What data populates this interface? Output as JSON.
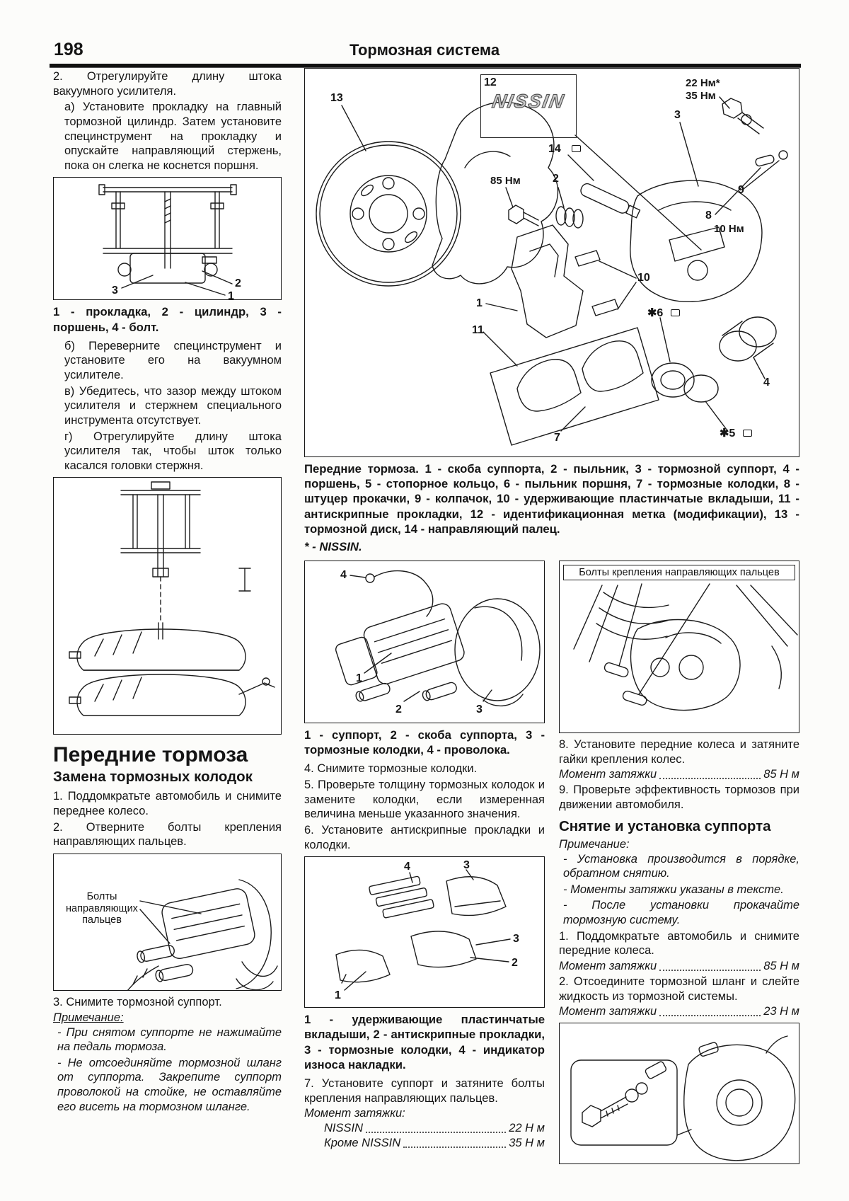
{
  "page": {
    "number": "198",
    "title": "Тормозная система"
  },
  "left": {
    "step2": "2. Отрегулируйте длину штока вакуумного усилителя.",
    "step2a": "а) Установите прокладку на главный тормозной цилиндр. Затем установите специнструмент на прокладку и опускайте направляющий стержень, пока он слегка не коснется поршня.",
    "fig_tool_caption": "1 - прокладка, 2 - цилиндр, 3 - поршень, 4 - болт.",
    "fig_tool_labels": {
      "l3": "3",
      "l2": "2",
      "l1": "1"
    },
    "step2b": "б) Переверните специнструмент и установите его на вакуумном усилителе.",
    "step2v": "в) Убедитесь, что зазор между штоком усилителя и стержнем специального инструмента отсутствует.",
    "step2g": "г) Отрегулируйте длину штока усилителя так, чтобы шток только касался головки стержня.",
    "heading": "Передние тормоза",
    "subheading": "Замена тормозных колодок",
    "step1f": "1. Поддомкратьте автомобиль и снимите переднее колесо.",
    "step2f": "2. Отверните болты крепления направляющих пальцев.",
    "fig_caliper_label": "Болты направляющих пальцев",
    "step3f": "3. Снимите тормозной суппорт.",
    "note_title": "Примечание:",
    "note1": "- При снятом суппорте не нажимайте на педаль тормоза.",
    "note2": "- Не отсоединяйте тормозной шланг от суппорта. Закрепите суппорт проволокой на стойке, не оставляйте его висеть на тормозном шланге."
  },
  "main_figure": {
    "caption": "Передние тормоза. 1 - скоба суппорта, 2 - пыльник, 3 - тормозной суппорт, 4 - поршень, 5 - стопорное кольцо, 6 - пыльник поршня, 7 - тормозные колодки, 8 - штуцер прокачки, 9 - колпачок, 10 - удерживающие пластинчатые вкладыши, 11 - антискрипные прокладки, 12 - идентификационная метка (модификации), 13 - тормозной диск, 14 - направляющий палец.",
    "footnote": "* - NISSIN.",
    "logo": "NISSIN",
    "labels": {
      "l13": "13",
      "l12": "12",
      "t22": "22 Нм*",
      "t35": "35 Нм",
      "l3": "3",
      "l14": "14",
      "t85": "85 Нм",
      "l2": "2",
      "l9": "9",
      "l8": "8",
      "t10": "10 Нм",
      "l10": "10",
      "l6": "✱6",
      "l1": "1",
      "l11": "11",
      "l5": "✱5",
      "l4": "4",
      "l7": "7"
    }
  },
  "middle": {
    "fig_caliper_caption": "1 - суппорт, 2 - скоба суппорта, 3 - тормозные колодки, 4 - проволока.",
    "fig_caliper_labels": {
      "l4": "4",
      "l1": "1",
      "l2": "2",
      "l3": "3"
    },
    "step4": "4. Снимите тормозные колодки.",
    "step5": "5. Проверьте толщину тормозных колодок и замените колодки, если измеренная величина меньше указанного значения.",
    "step6": "6. Установите антискрипные прокладки и колодки.",
    "fig_pads_caption": "1 - удерживающие пластинчатые вкладыши, 2 - антискрипные прокладки, 3 - тормозные колодки, 4 - индикатор износа накладки.",
    "fig_pads_labels": {
      "l4": "4",
      "l3a": "3",
      "l3b": "3",
      "l2": "2",
      "l1": "1"
    },
    "step7": "7. Установите суппорт и затяните болты крепления направляющих пальцев.",
    "torque_title": "Момент затяжки:",
    "torque_rows": [
      {
        "label": "NISSIN",
        "value": "22 Н м"
      },
      {
        "label": "Кроме NISSIN",
        "value": "35 Н м"
      }
    ]
  },
  "right": {
    "fig_top_label": "Болты крепления направляющих пальцев",
    "step8": "8. Установите передние колеса и затяните гайки крепления колес.",
    "torque1": {
      "label": "Момент затяжки",
      "value": "85 Н м"
    },
    "step9": "9. Проверьте эффективность тормозов при движении автомобиля.",
    "heading": "Снятие и установка суппорта",
    "note_title": "Примечание:",
    "notes": [
      "- Установка производится в порядке, обратном снятию.",
      "- Моменты затяжки указаны в тексте.",
      "- После установки прокачайте тормозную систему."
    ],
    "step1": "1. Поддомкратьте автомобиль и снимите передние колеса.",
    "torque2": {
      "label": "Момент затяжки",
      "value": "85 Н м"
    },
    "step2": "2. Отсоедините тормозной шланг и слейте жидкость из тормозной системы.",
    "torque3": {
      "label": "Момент затяжки",
      "value": "23 Н м"
    }
  }
}
